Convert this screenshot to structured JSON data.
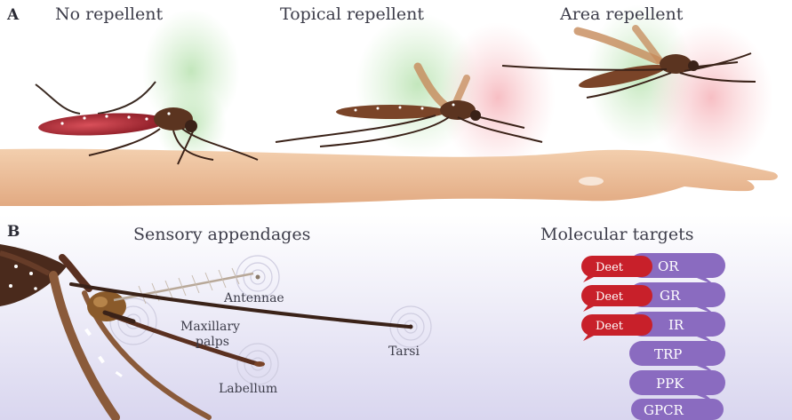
{
  "panel_a": {
    "label": "A",
    "conditions": [
      "No repellent",
      "Topical repellent",
      "Area repellent"
    ]
  },
  "panel_b": {
    "label": "B",
    "sensory_title": "Sensory appendages",
    "molecular_title": "Molecular targets",
    "appendages": {
      "antennae": "Antennae",
      "maxillary_palps_line1": "Maxillary",
      "maxillary_palps_line2": "palps",
      "tarsi": "Tarsi",
      "labellum": "Labellum"
    },
    "deet_label": "Deet",
    "targets": [
      "OR",
      "GR",
      "IR",
      "TRP",
      "PPK",
      "GPCR"
    ]
  },
  "colors": {
    "deet_red": "#c8202a",
    "target_purple": "#8a6bc0",
    "mosquito_brown": "#6b3a1f",
    "blood_red": "#a8242e",
    "skin": "#f0c8a4"
  }
}
